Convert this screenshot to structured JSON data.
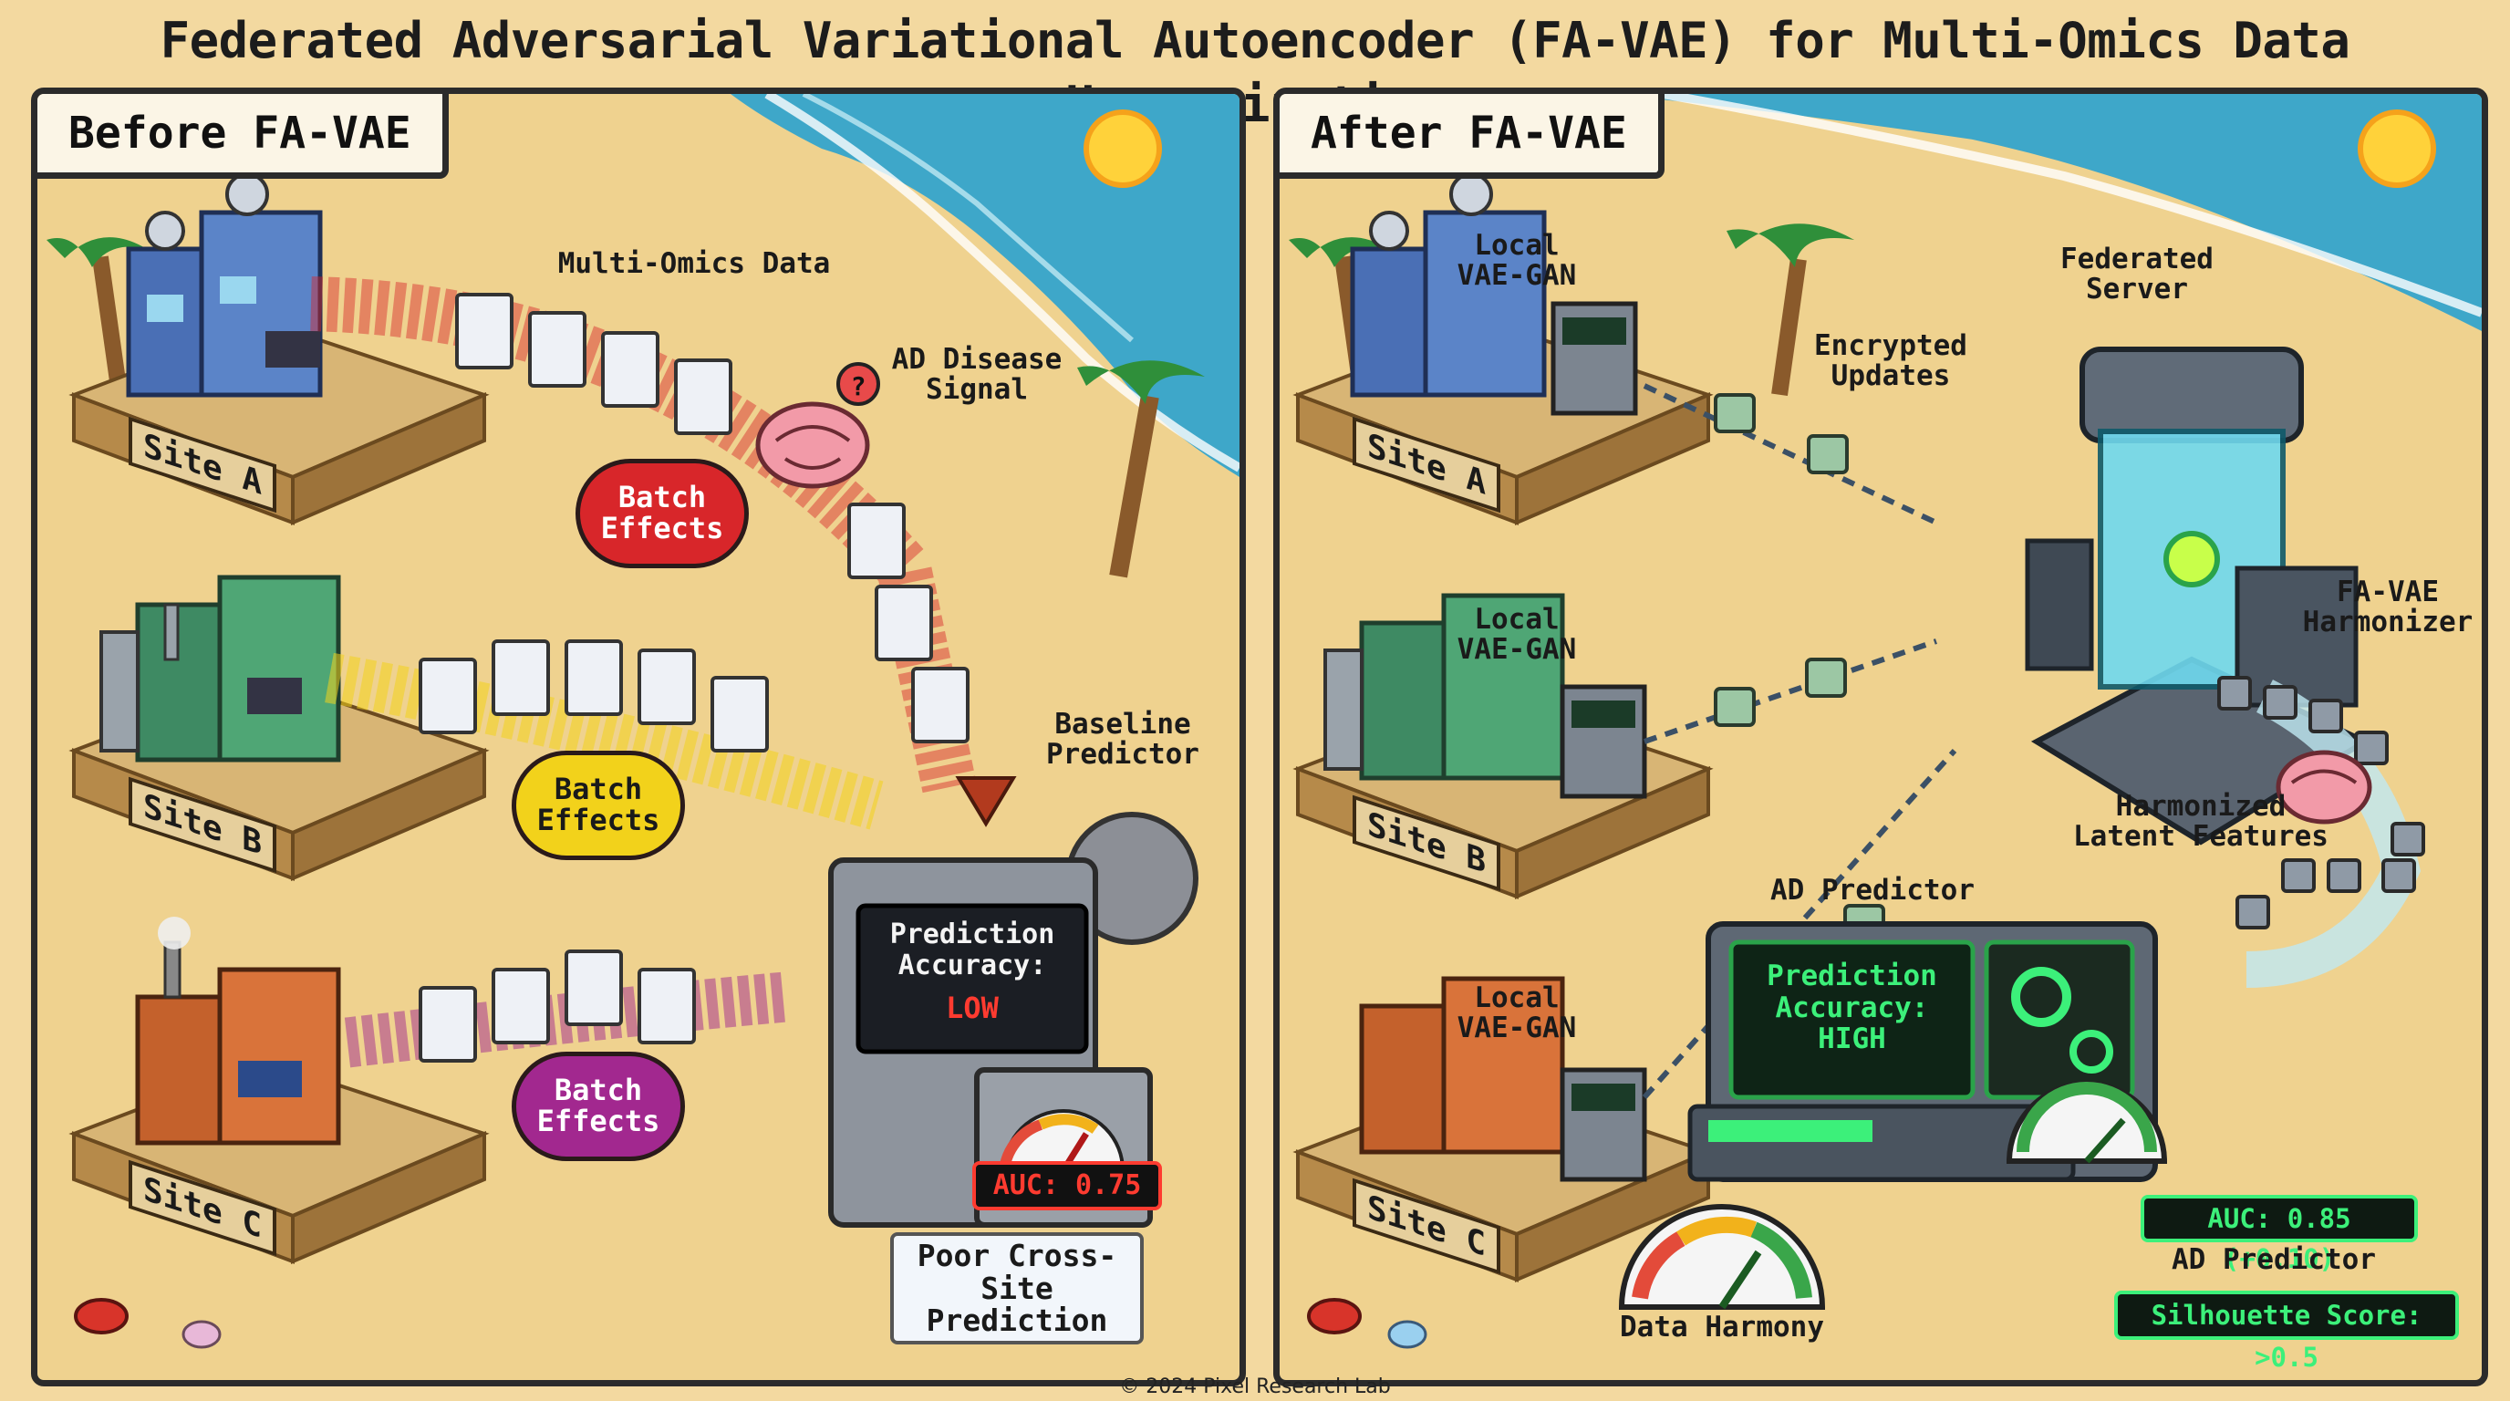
{
  "title": "Federated Adversarial Variational Autoencoder (FA-VAE) for Multi-Omics Data Harmonization",
  "footer": "© 2024 Pixel Research Lab",
  "left_panel": {
    "heading": "Before FA-VAE",
    "sites": [
      "Site A",
      "Site B",
      "Site C"
    ],
    "multi_omics_label": "Multi-Omics Data",
    "ad_signal_label": "AD Disease\nSignal",
    "batch_effects": [
      "Batch\nEffects",
      "Batch\nEffects",
      "Batch\nEffects"
    ],
    "baseline_label": "Baseline\nPredictor",
    "screen_text": "Prediction\nAccuracy:",
    "screen_value": "LOW",
    "auc": "AUC: 0.75",
    "poor_label": "Poor Cross-Site\nPrediction"
  },
  "right_panel": {
    "heading": "After FA-VAE",
    "sites": [
      "Site A",
      "Site B",
      "Site C"
    ],
    "local_labels": [
      "Local\nVAE-GAN",
      "Local\nVAE-GAN",
      "Local\nVAE-GAN"
    ],
    "encrypted_label": "Encrypted\nUpdates",
    "server_label": "Federated\nServer",
    "harmonizer_label": "FA-VAE\nHarmonizer",
    "latent_label": "Harmonized\nLatent Features",
    "ad_predictor_top": "AD Predictor",
    "screen_text": "Prediction\nAccuracy:\nHIGH",
    "auc": "AUC: 0.85 (+0.10)",
    "ad_predictor_bottom": "AD Predictor",
    "data_harmony": "Data Harmony",
    "silhouette": "Silhouette Score: >0.5"
  },
  "colors": {
    "sand": "#efd28f",
    "sea": "#3ea7c9",
    "batch_red": "#d8262a",
    "batch_yellow": "#f2d21b",
    "batch_purple": "#a2288f",
    "screen_green": "#3cf07a",
    "screen_red": "#ff3b30"
  }
}
